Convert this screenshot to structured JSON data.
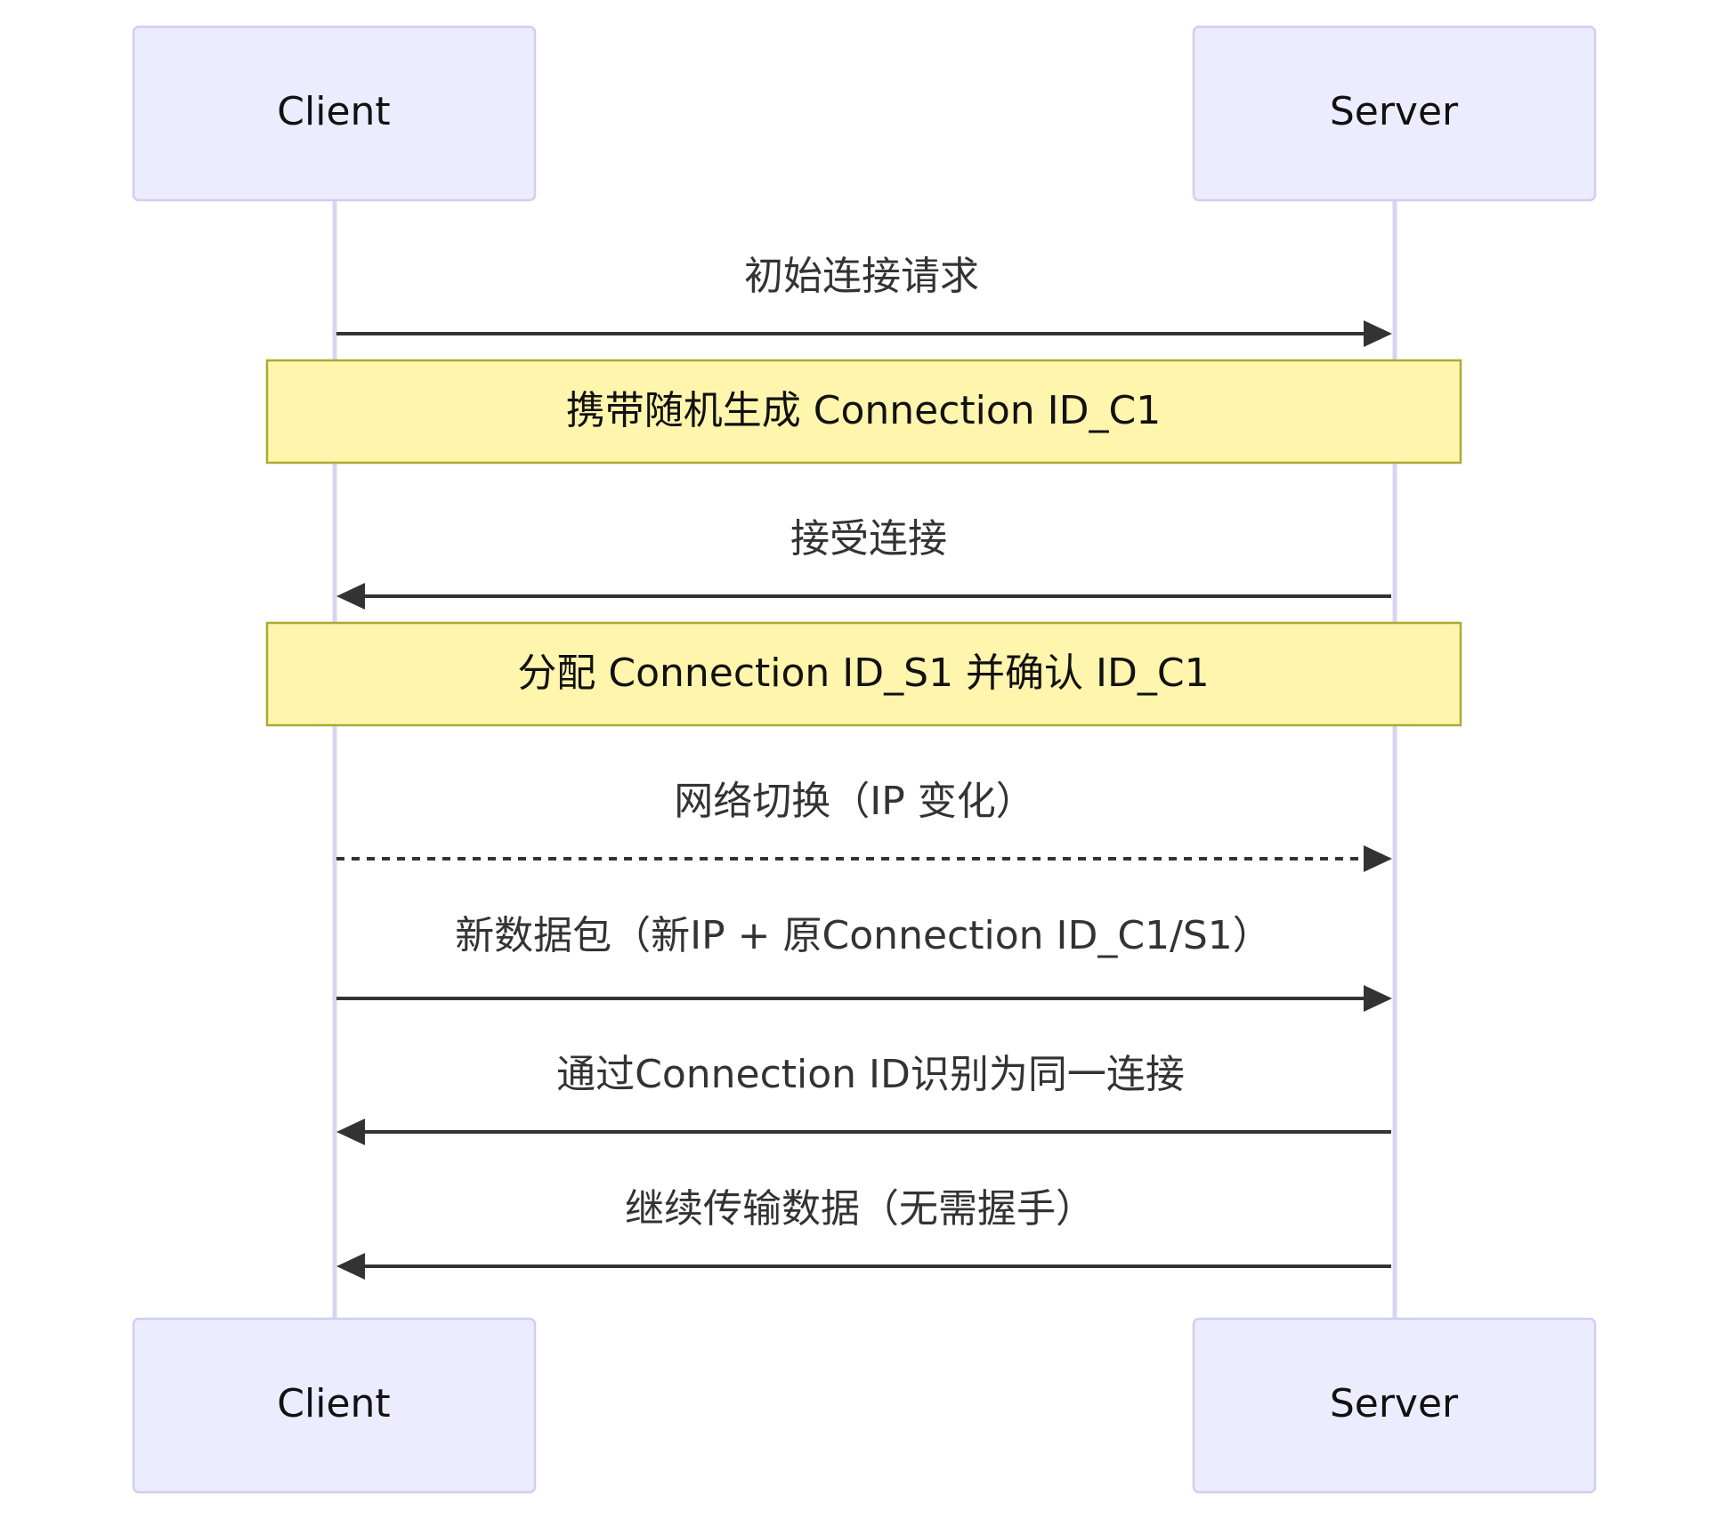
{
  "participants": {
    "client": "Client",
    "server": "Server"
  },
  "messages": [
    {
      "label": "初始连接请求",
      "from": "client",
      "to": "server",
      "style": "solid"
    },
    {
      "label": "接受连接",
      "from": "server",
      "to": "client",
      "style": "solid"
    },
    {
      "label": "网络切换（IP 变化）",
      "from": "client",
      "to": "server",
      "style": "dashed"
    },
    {
      "label": "新数据包（新IP + 原Connection ID_C1/S1）",
      "from": "client",
      "to": "server",
      "style": "solid"
    },
    {
      "label": "通过Connection ID识别为同一连接",
      "from": "server",
      "to": "client",
      "style": "solid"
    },
    {
      "label": "继续传输数据（无需握手）",
      "from": "server",
      "to": "client",
      "style": "solid"
    }
  ],
  "notes": [
    {
      "text": "携带随机生成 Connection ID_C1"
    },
    {
      "text": "分配 Connection ID_S1 并确认 ID_C1"
    }
  ],
  "colors": {
    "actor_fill": "#ECECFF",
    "actor_border": "#D3CCF0",
    "note_fill": "#FFF5AD",
    "note_border": "#AAAA33",
    "arrow": "#333333"
  }
}
